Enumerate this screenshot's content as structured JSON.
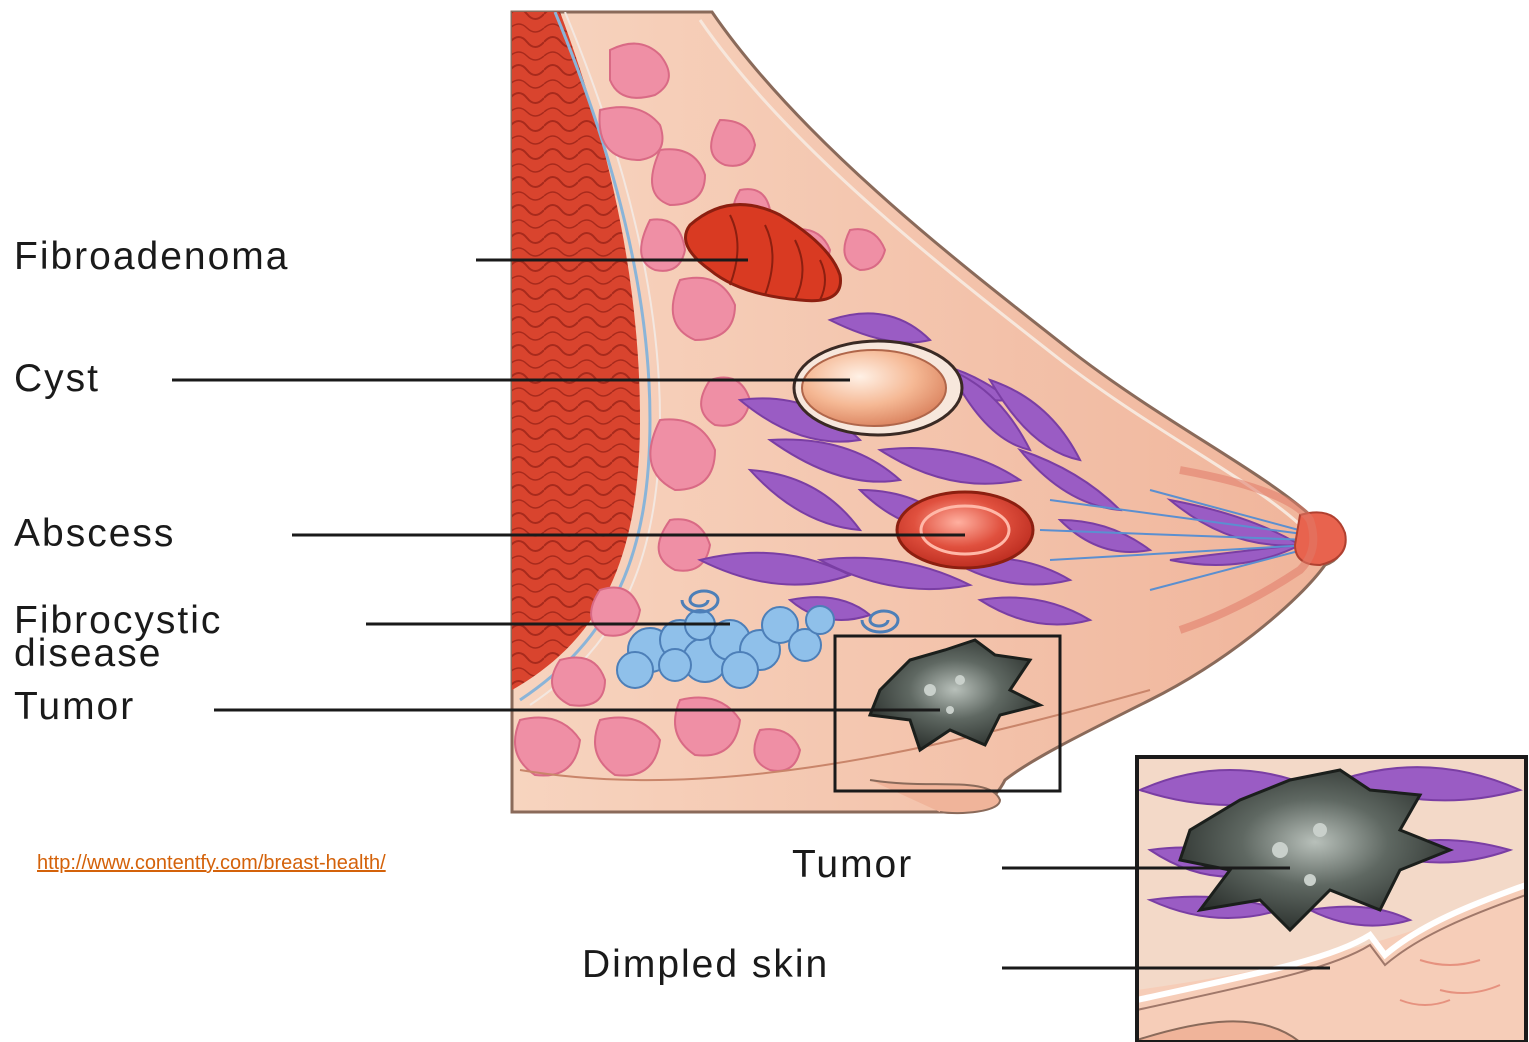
{
  "labels": {
    "fibroadenoma": "Fibroadenoma",
    "cyst": "Cyst",
    "abscess": "Abscess",
    "fibrocystic_line1": "Fibrocystic",
    "fibrocystic_line2": "disease",
    "tumor": "Tumor",
    "tumor_detail": "Tumor",
    "dimpled_skin": "Dimpled skin"
  },
  "source_link": {
    "text": "http://www.contentfy.com/breast-health/"
  },
  "colors": {
    "muscle": "#d9442e",
    "tissue": "#f6cdb8",
    "lobule": "#ef8fa5",
    "ducts": "#9a5cc4",
    "fibroadenoma": "#d93a22",
    "cyst": "#f5b894",
    "abscess": "#e0503e",
    "fibrocystic": "#8fc0ea",
    "tumor": "#4e5650",
    "link": "#d4620a"
  }
}
